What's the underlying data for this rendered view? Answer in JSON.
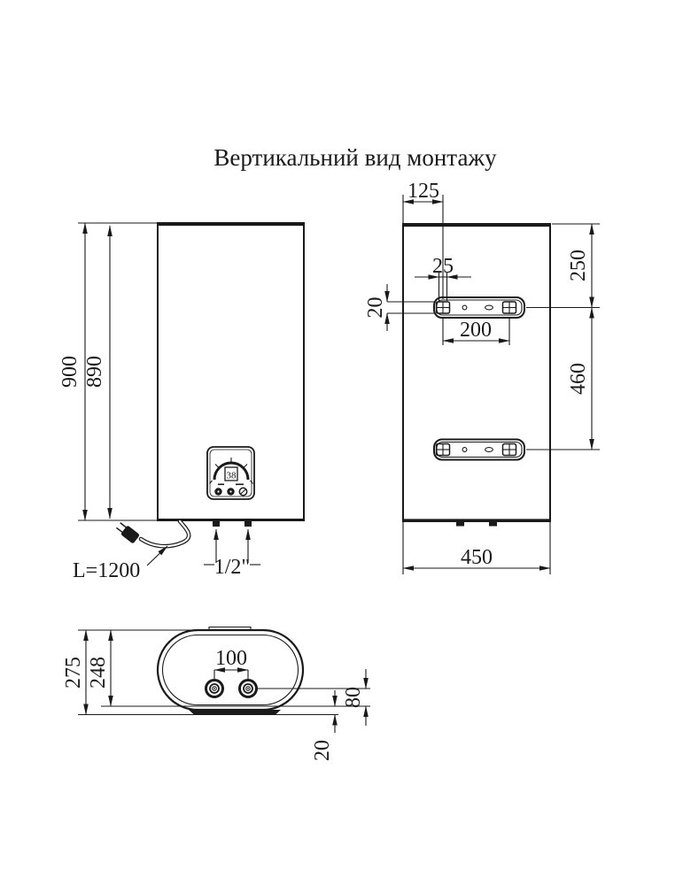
{
  "title": "Вертикальний вид монтажу",
  "front_view": {
    "dim_height_total": "900",
    "dim_height_body": "890",
    "cord_label": "L=1200",
    "pipe_label": "1/2\"",
    "display_value": "38"
  },
  "back_view": {
    "dim_edge_to_slot": "125",
    "dim_slot_width": "25",
    "dim_bracket_height": "20",
    "dim_top_to_bracket": "250",
    "dim_slot_spacing": "200",
    "dim_bracket_spacing": "460",
    "dim_width": "450"
  },
  "top_view": {
    "dim_depth_total": "275",
    "dim_depth_body": "248",
    "dim_pipe_spacing": "100",
    "dim_pipe_to_back": "80",
    "dim_bracket_offset": "20"
  },
  "colors": {
    "line": "#1a1a1a",
    "background": "#ffffff"
  }
}
